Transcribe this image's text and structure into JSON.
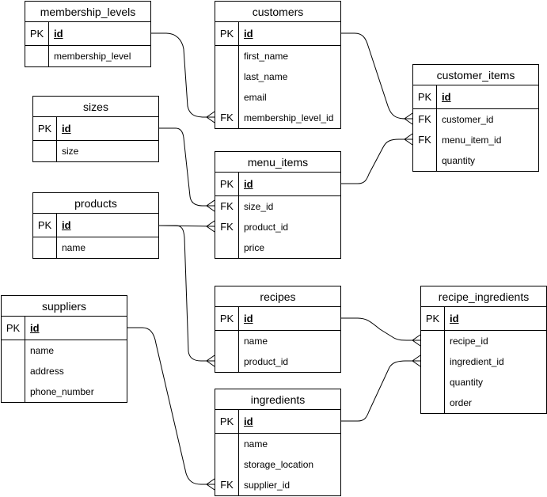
{
  "tables": {
    "membership_levels": {
      "title": "membership_levels",
      "rows": [
        {
          "key": "PK",
          "field": "id"
        },
        {
          "key": "",
          "field": "membership_level"
        }
      ]
    },
    "customers": {
      "title": "customers",
      "rows": [
        {
          "key": "PK",
          "field": "id"
        },
        {
          "key": "",
          "field": "first_name"
        },
        {
          "key": "",
          "field": "last_name"
        },
        {
          "key": "",
          "field": "email"
        },
        {
          "key": "FK",
          "field": "membership_level_id"
        }
      ]
    },
    "customer_items": {
      "title": "customer_items",
      "rows": [
        {
          "key": "PK",
          "field": "id"
        },
        {
          "key": "FK",
          "field": "customer_id"
        },
        {
          "key": "FK",
          "field": "menu_item_id"
        },
        {
          "key": "",
          "field": "quantity"
        }
      ]
    },
    "sizes": {
      "title": "sizes",
      "rows": [
        {
          "key": "PK",
          "field": "id"
        },
        {
          "key": "",
          "field": "size"
        }
      ]
    },
    "menu_items": {
      "title": "menu_items",
      "rows": [
        {
          "key": "PK",
          "field": "id"
        },
        {
          "key": "FK",
          "field": "size_id"
        },
        {
          "key": "FK",
          "field": "product_id"
        },
        {
          "key": "",
          "field": "price"
        }
      ]
    },
    "products": {
      "title": "products",
      "rows": [
        {
          "key": "PK",
          "field": "id"
        },
        {
          "key": "",
          "field": "name"
        }
      ]
    },
    "recipes": {
      "title": "recipes",
      "rows": [
        {
          "key": "PK",
          "field": "id"
        },
        {
          "key": "",
          "field": "name"
        },
        {
          "key": "",
          "field": "product_id"
        }
      ]
    },
    "recipe_ingredients": {
      "title": "recipe_ingredients",
      "rows": [
        {
          "key": "PK",
          "field": "id"
        },
        {
          "key": "",
          "field": "recipe_id"
        },
        {
          "key": "",
          "field": "ingredient_id"
        },
        {
          "key": "",
          "field": "quantity"
        },
        {
          "key": "",
          "field": "order"
        }
      ]
    },
    "suppliers": {
      "title": "suppliers",
      "rows": [
        {
          "key": "PK",
          "field": "id"
        },
        {
          "key": "",
          "field": "name"
        },
        {
          "key": "",
          "field": "address"
        },
        {
          "key": "",
          "field": "phone_number"
        }
      ]
    },
    "ingredients": {
      "title": "ingredients",
      "rows": [
        {
          "key": "PK",
          "field": "id"
        },
        {
          "key": "",
          "field": "name"
        },
        {
          "key": "",
          "field": "storage_location"
        },
        {
          "key": "FK",
          "field": "supplier_id"
        }
      ]
    }
  },
  "relations": [
    {
      "from": "membership_levels.id",
      "to": "customers.membership_level_id"
    },
    {
      "from": "customers.id",
      "to": "customer_items.customer_id"
    },
    {
      "from": "menu_items.id",
      "to": "customer_items.menu_item_id"
    },
    {
      "from": "sizes.id",
      "to": "menu_items.size_id"
    },
    {
      "from": "products.id",
      "to": "menu_items.product_id"
    },
    {
      "from": "products.id",
      "to": "recipes.product_id"
    },
    {
      "from": "recipes.id",
      "to": "recipe_ingredients.recipe_id"
    },
    {
      "from": "ingredients.id",
      "to": "recipe_ingredients.ingredient_id"
    },
    {
      "from": "suppliers.id",
      "to": "ingredients.supplier_id"
    }
  ],
  "colors": {
    "line": "#000000",
    "background": "#ffffff"
  }
}
